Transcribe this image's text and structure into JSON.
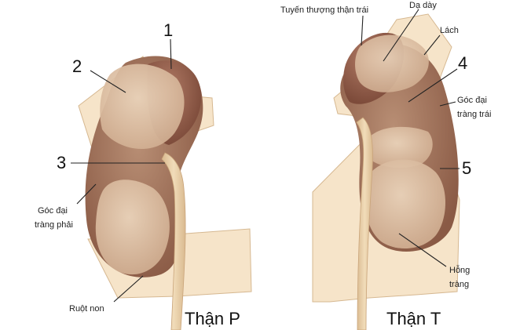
{
  "right_kidney": {
    "caption": "Thận P",
    "markers": {
      "m1": "1",
      "m2": "2",
      "m3": "3"
    },
    "labels": {
      "hepatic_flexure_line1": "Góc đại",
      "hepatic_flexure_line2": "tràng phải",
      "small_intestine": "Ruột non"
    }
  },
  "left_kidney": {
    "caption": "Thận T",
    "markers": {
      "m4": "4",
      "m5": "5"
    },
    "labels": {
      "adrenal": "Tuyến thượng thận trái",
      "stomach": "Dạ dày",
      "spleen": "Lách",
      "splenic_flexure_line1": "Góc đại",
      "splenic_flexure_line2": "tràng trái",
      "jejunum_line1": "Hỗng",
      "jejunum_line2": "tràng"
    }
  }
}
